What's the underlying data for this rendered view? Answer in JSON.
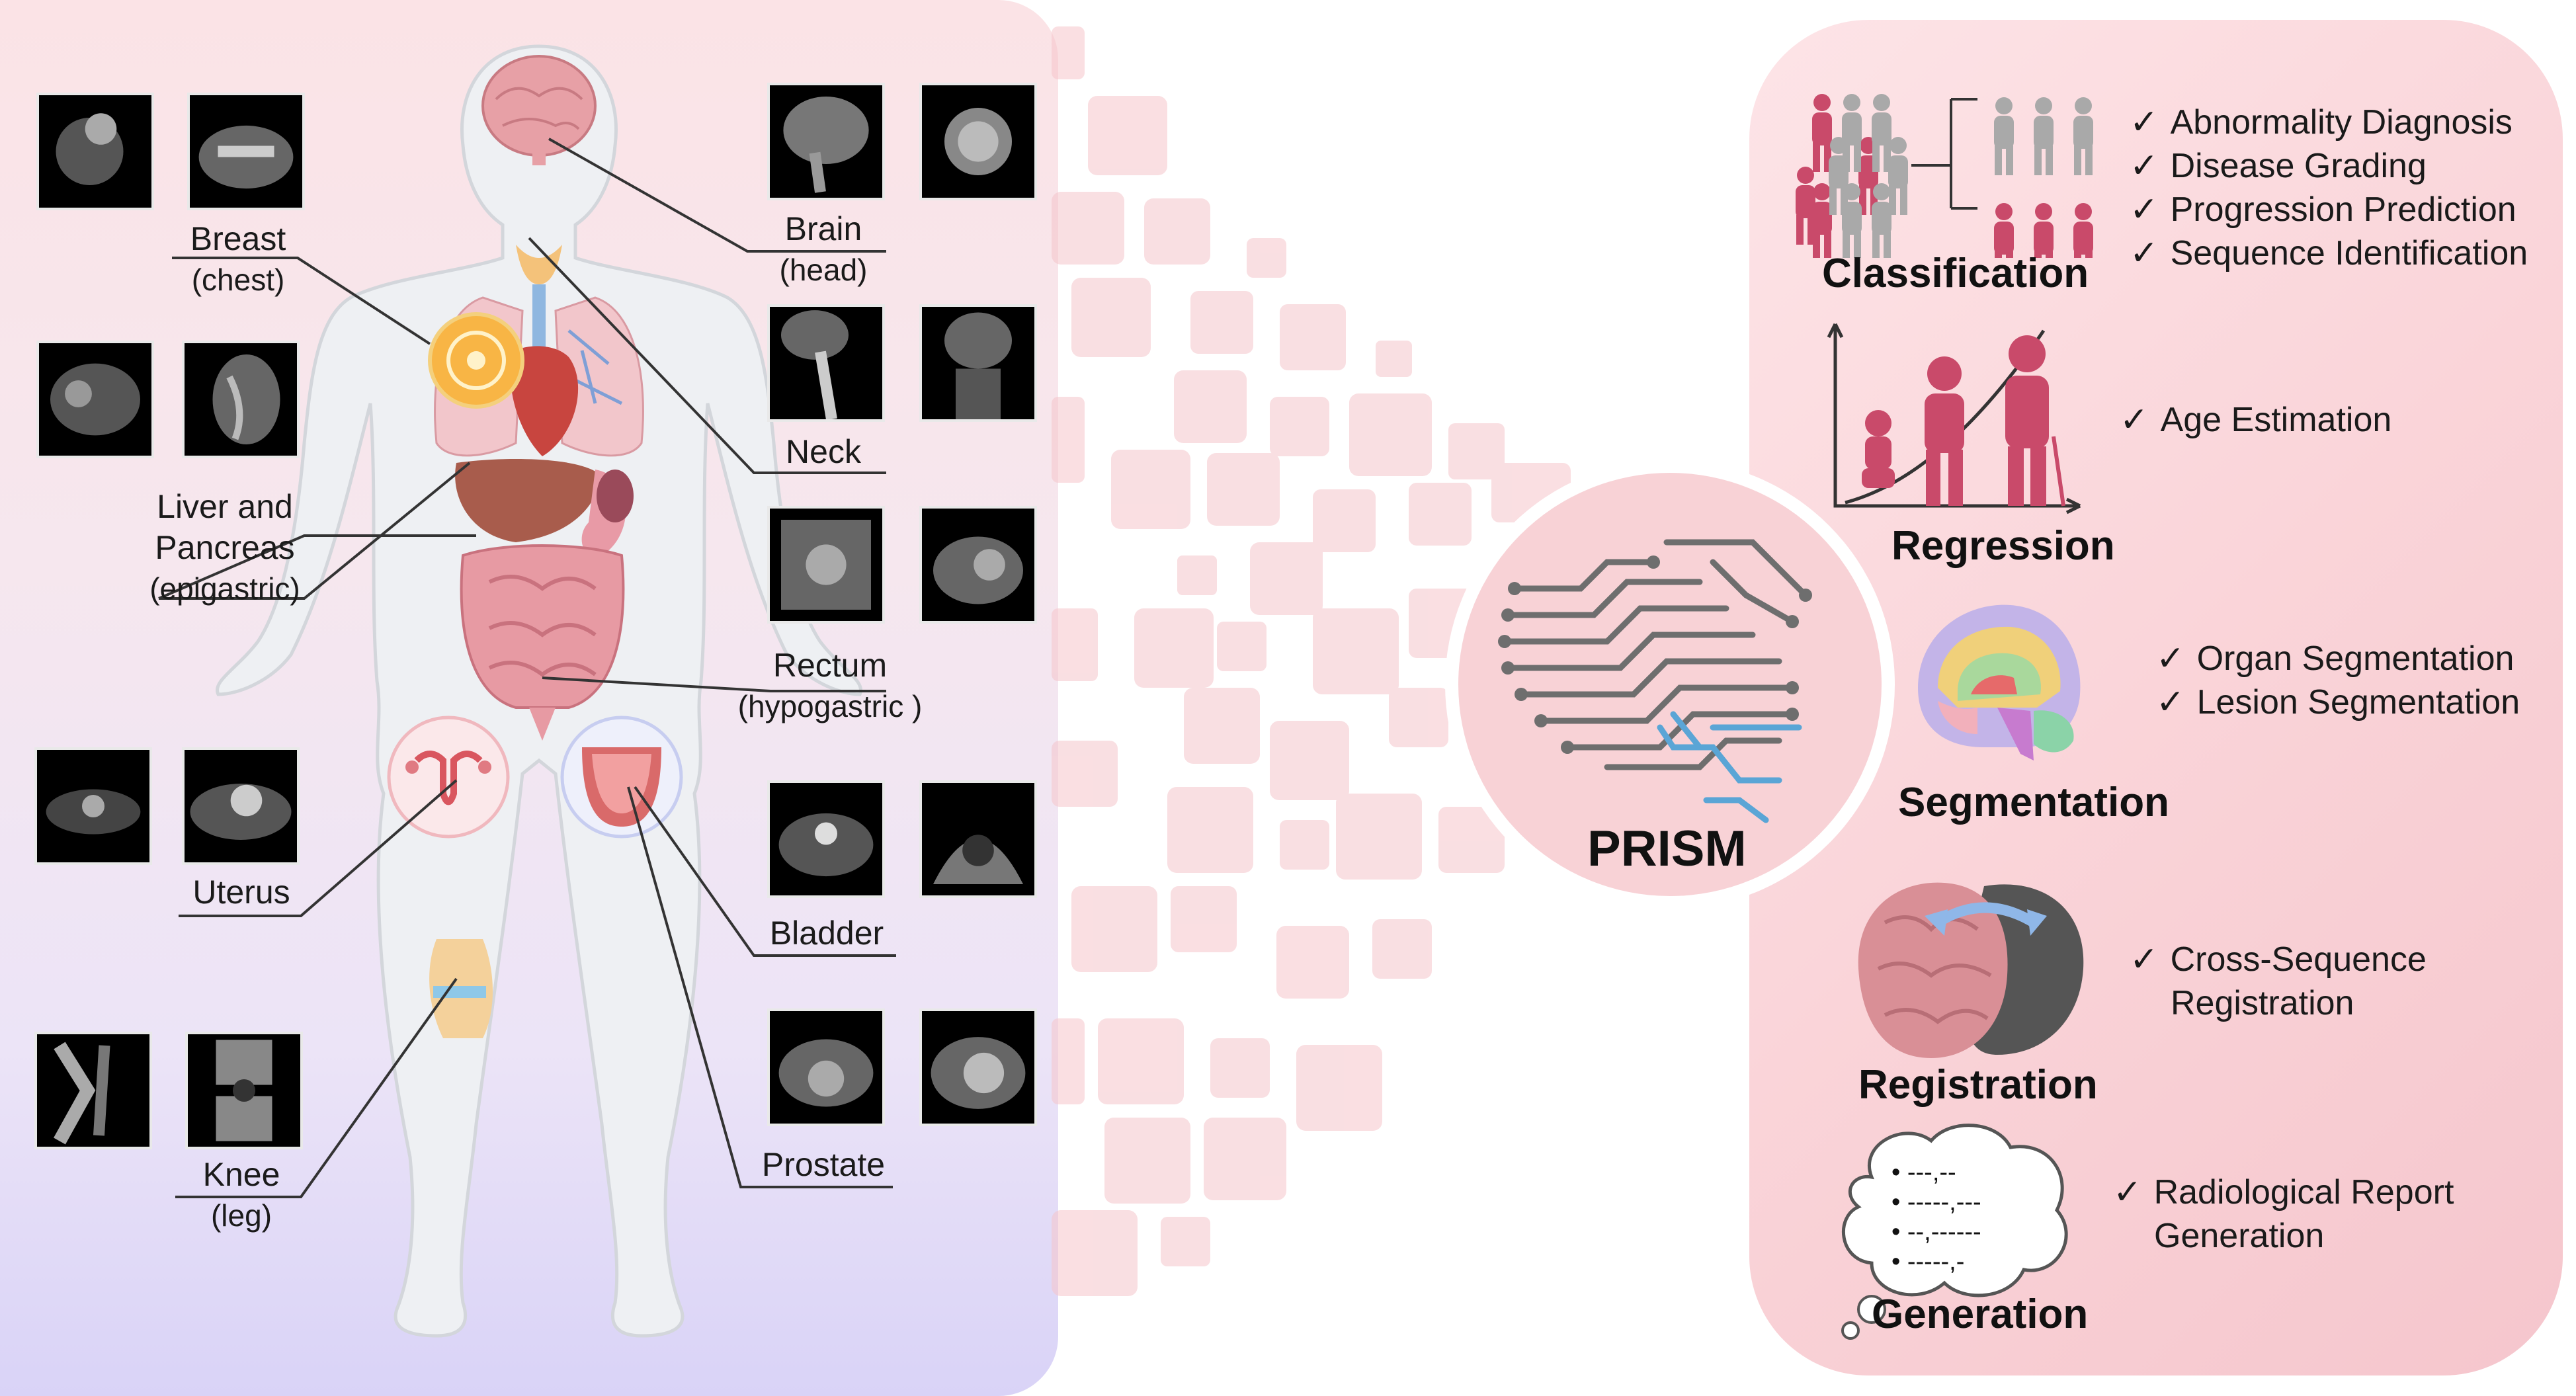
{
  "organs": [
    {
      "id": "breast",
      "name": "Breast",
      "region": "(chest)"
    },
    {
      "id": "liver",
      "name": "Liver and",
      "name2": "Pancreas",
      "region": "(epigastric)"
    },
    {
      "id": "uterus",
      "name": "Uterus"
    },
    {
      "id": "knee",
      "name": "Knee",
      "region": "(leg)"
    },
    {
      "id": "brain",
      "name": "Brain",
      "region": "(head)"
    },
    {
      "id": "neck",
      "name": "Neck"
    },
    {
      "id": "rectum",
      "name": "Rectum",
      "region": "(hypogastric )"
    },
    {
      "id": "bladder",
      "name": "Bladder"
    },
    {
      "id": "prostate",
      "name": "Prostate"
    }
  ],
  "center": {
    "title": "PRISM"
  },
  "tasks": {
    "classification": {
      "title": "Classification",
      "items": [
        "Abnormality Diagnosis",
        "Disease Grading",
        "Progression Prediction",
        "Sequence Identification"
      ]
    },
    "regression": {
      "title": "Regression",
      "items": [
        "Age Estimation"
      ]
    },
    "segmentation": {
      "title": "Segmentation",
      "items": [
        "Organ Segmentation",
        "Lesion Segmentation"
      ]
    },
    "registration": {
      "title": "Registration",
      "items": [
        "Cross-Sequence",
        "Registration"
      ]
    },
    "generation": {
      "title": "Generation",
      "items": [
        "Radiological Report",
        "Generation"
      ],
      "bubble_lines": [
        "• ---,--",
        "• -----,---",
        "• --,------",
        "• -----,-"
      ]
    }
  },
  "checkmark": "✓",
  "colors": {
    "accent": "#c94a6a",
    "person_gray": "#a9a9a9",
    "circuit": "#6e6e6e",
    "circuit_blue": "#5aa5d6"
  }
}
